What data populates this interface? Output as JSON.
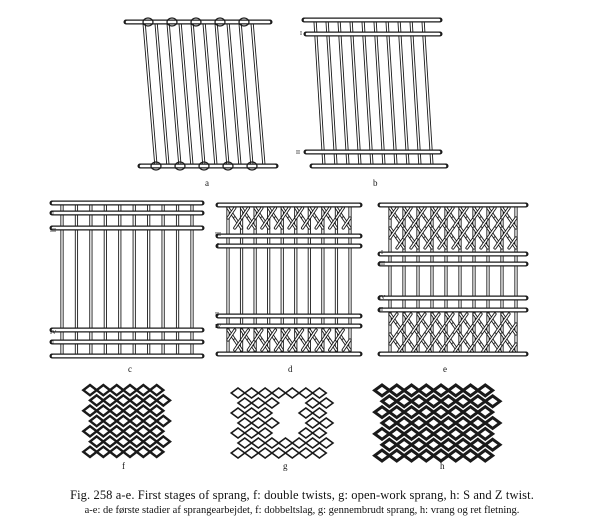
{
  "figure": {
    "panel_labels": {
      "a": "a",
      "b": "b",
      "c": "c",
      "d": "d",
      "e": "e",
      "f": "f",
      "g": "g",
      "h": "h"
    },
    "roman_labels": {
      "I": "I",
      "II": "II",
      "III": "III",
      "IV": "IV"
    },
    "caption_en": "Fig. 258 a-e. First stages of sprang, f: double twists, g: open-work sprang, h: S and Z twist.",
    "caption_da": "a-e: de første stadier af sprangearbejdet, f: dobbeltslag, g: gennembrudt sprang, h: vrang og ret fletning."
  }
}
